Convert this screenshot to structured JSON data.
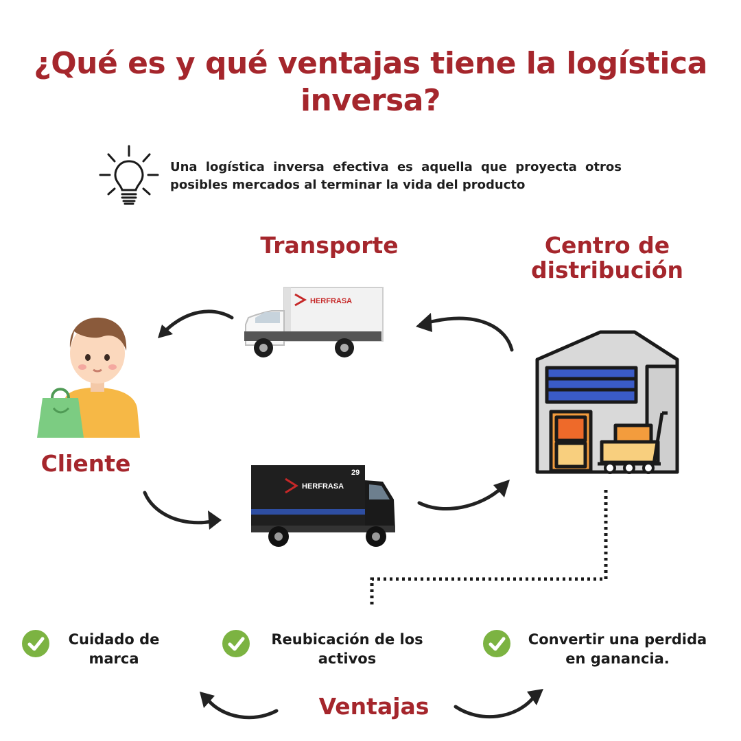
{
  "title": {
    "line1": "¿Qué es y qué ventajas tiene la logística",
    "line2": "inversa?"
  },
  "intro": {
    "icon": "lightbulb-icon",
    "text": "Una logística inversa efectiva es aquella que proyecta otros posibles mercados al terminar la vida del producto"
  },
  "nodes": {
    "transporte": "Transporte",
    "centro_line1": "Centro de",
    "centro_line2": "distribución",
    "cliente": "Cliente"
  },
  "trucks": {
    "white": {
      "brand": "HERFRASA"
    },
    "black": {
      "brand": "HERFRASA",
      "unit_number": "29"
    }
  },
  "benefits": [
    {
      "line1": "Cuidado de",
      "line2": "marca"
    },
    {
      "line1": "Reubicación de los",
      "line2": "activos"
    },
    {
      "line1": "Convertir una perdida",
      "line2": "en ganancia."
    }
  ],
  "footer": {
    "label": "Ventajas"
  },
  "colors": {
    "accent": "#a5262c",
    "check": "#7cb342",
    "arrow": "#222222",
    "shirt": "#f6b846",
    "bag": "#7ccc82"
  }
}
